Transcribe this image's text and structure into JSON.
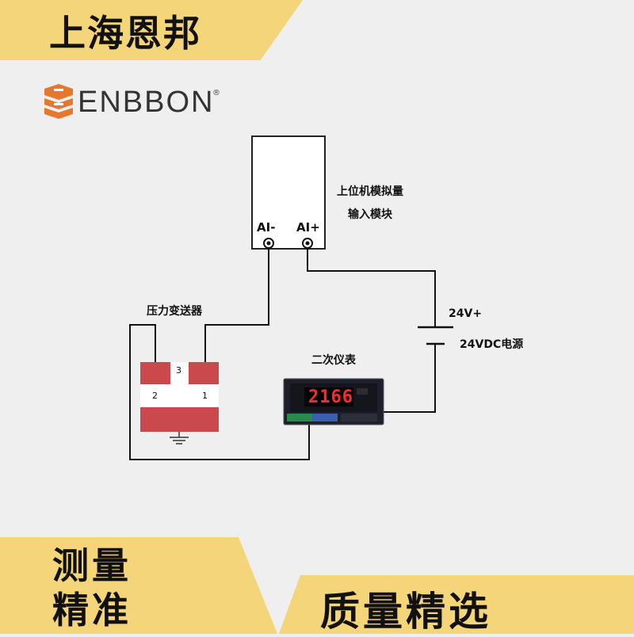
{
  "banner": {
    "title": "上海恩邦"
  },
  "logo": {
    "text": "ENBBON",
    "registered": "®",
    "mark": "enbbon-logo-icon"
  },
  "diagram": {
    "module_label_line1": "上位机模拟量",
    "module_label_line2": "输入模块",
    "ai_minus": "AI-",
    "ai_plus": "AI+",
    "transmitter_label": "压力变送器",
    "terminal_1": "1",
    "terminal_2": "2",
    "terminal_3": "3",
    "power_plus": "24V+",
    "power_label": "24VDC电源",
    "meter_label": "二次仪表",
    "meter_reading": "2166"
  },
  "footer": {
    "left_line1": "测量",
    "left_line2": "精准",
    "right_slogan": "质量精选"
  },
  "colors": {
    "banner": "#f4d57a",
    "logo_orange": "#e8772e",
    "transmitter_red": "#c9494c",
    "meter_digits": "#ff2a2a"
  }
}
